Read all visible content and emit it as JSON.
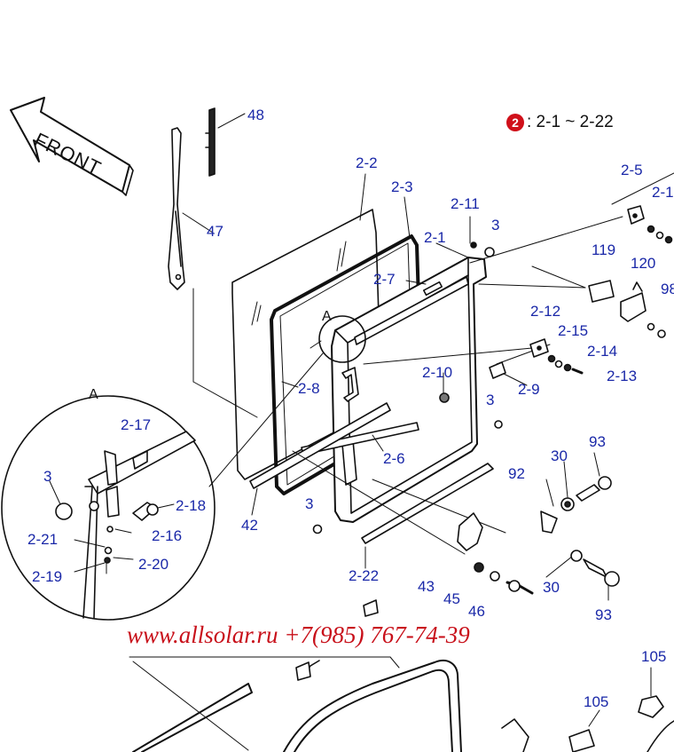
{
  "front_label": "FRONT",
  "detail_label": "A",
  "detail_callout": "A",
  "legend": {
    "badge": "2",
    "text": ": 2-1 ~ 2-22"
  },
  "watermark": "www.allsolar.ru +7(985) 767-74-39",
  "part_labels": [
    "48",
    "47",
    "2-2",
    "2-3",
    "2-11",
    "3",
    "2-1",
    "2-7",
    "2-5",
    "2-1",
    "119",
    "120",
    "98",
    "2-12",
    "2-15",
    "2-14",
    "2-13",
    "2-10",
    "2-9",
    "2-8",
    "3",
    "2-6",
    "93",
    "30",
    "92",
    "3",
    "42",
    "2-22",
    "43",
    "45",
    "46",
    "30",
    "93",
    "105",
    "105",
    "2-17",
    "3",
    "2-18",
    "2-16",
    "2-21",
    "2-20",
    "2-19"
  ],
  "colors": {
    "label": "#1a28a8",
    "line": "#111111",
    "badge": "#d0101a",
    "watermark": "#c8101a"
  }
}
